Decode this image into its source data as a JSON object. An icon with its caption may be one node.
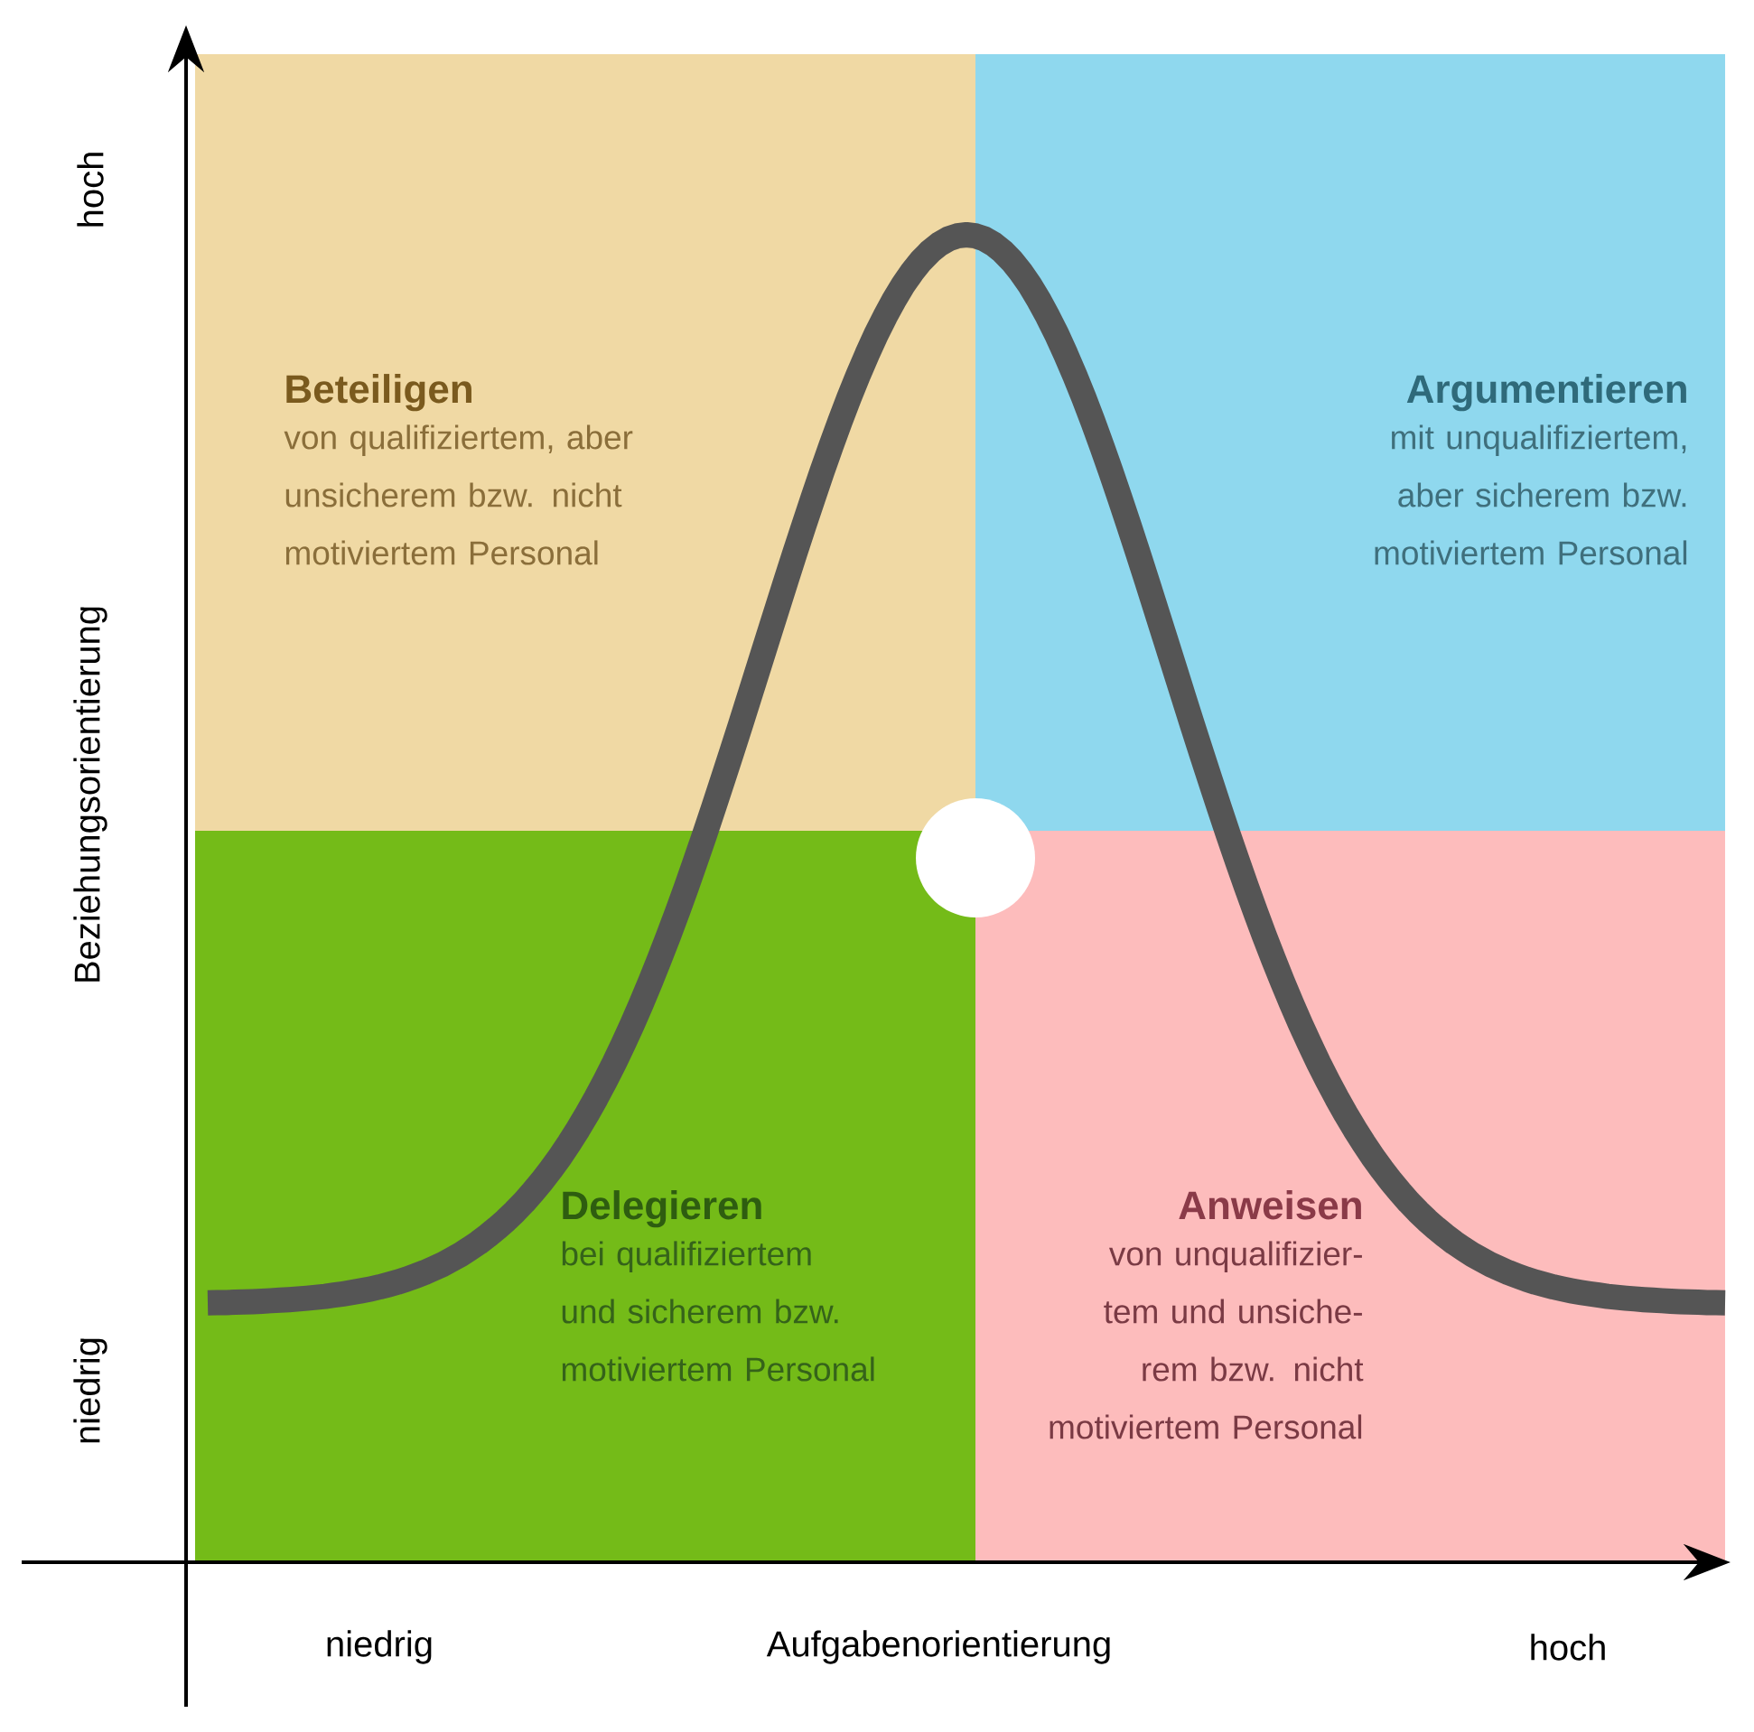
{
  "diagram": {
    "nodes": [
      {
        "text": [
          "Beteiligen",
          "von qualifiziertem, aber unsicherem bzw. nicht motiviertem Personal"
        ]
      },
      {
        "text": [
          "Argumentieren",
          "mit unqualifiziertem, aber sicherem bzw. motiviertem Personal"
        ]
      },
      {
        "text": [
          "Delegieren",
          "bei qualifiziertem und sicherem bzw. motiviertem Personal"
        ]
      },
      {
        "text": [
          "Anweisen",
          "von unqualifizier- tem und unsiche- rem bzw. nicht motiviertem Personal"
        ]
      }
    ],
    "labels": [
      "hoch",
      "Beziehungsorientierung",
      "niedrig",
      "niedrig",
      "Aufgabenorientierung",
      "hoch"
    ]
  }
}
